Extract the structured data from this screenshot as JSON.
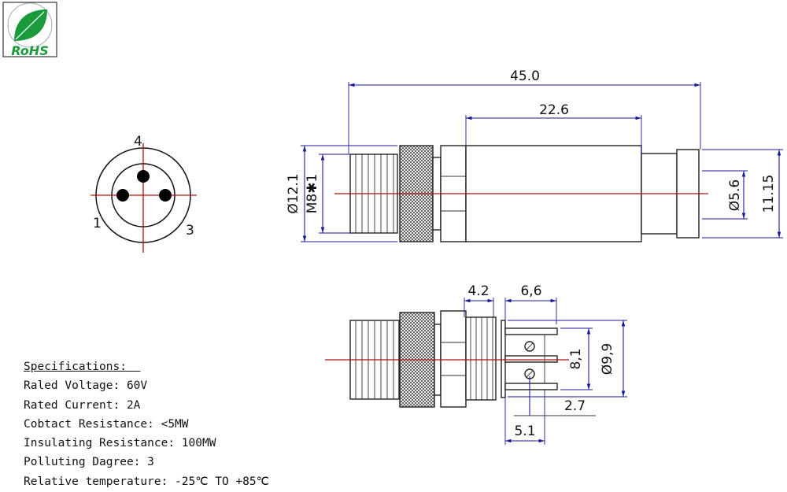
{
  "logo": {
    "text": "RoHS",
    "color": "#1a9a3a"
  },
  "pin_diagram": {
    "labels": [
      "4",
      "1",
      "3"
    ]
  },
  "top_view": {
    "overall_length": "45.0",
    "body_length": "22.6",
    "outer_diameter": "Ø12.1",
    "thread": "M8✱1",
    "cable_diameter": "Ø5.6",
    "nut_height": "11.15"
  },
  "bottom_view": {
    "thread_length": "4.2",
    "block_length": "6,6",
    "flange_diameter": "Ø9,9",
    "pin_span": "8,1",
    "pin_offset": "2.7",
    "screw_offset": "5.1"
  },
  "specifications": {
    "title": "Specifications:",
    "lines": [
      "Raled Voltage: 60V",
      "Rated Current: 2A",
      "Cobtact Resistance: <5MW",
      "Insulating Resistance: 100MW",
      "Polluting Dagree: 3",
      "Relative temperature: -25℃ TO +85℃"
    ]
  },
  "colors": {
    "dimension": "#1a1a9a",
    "centerline": "#b01010"
  }
}
